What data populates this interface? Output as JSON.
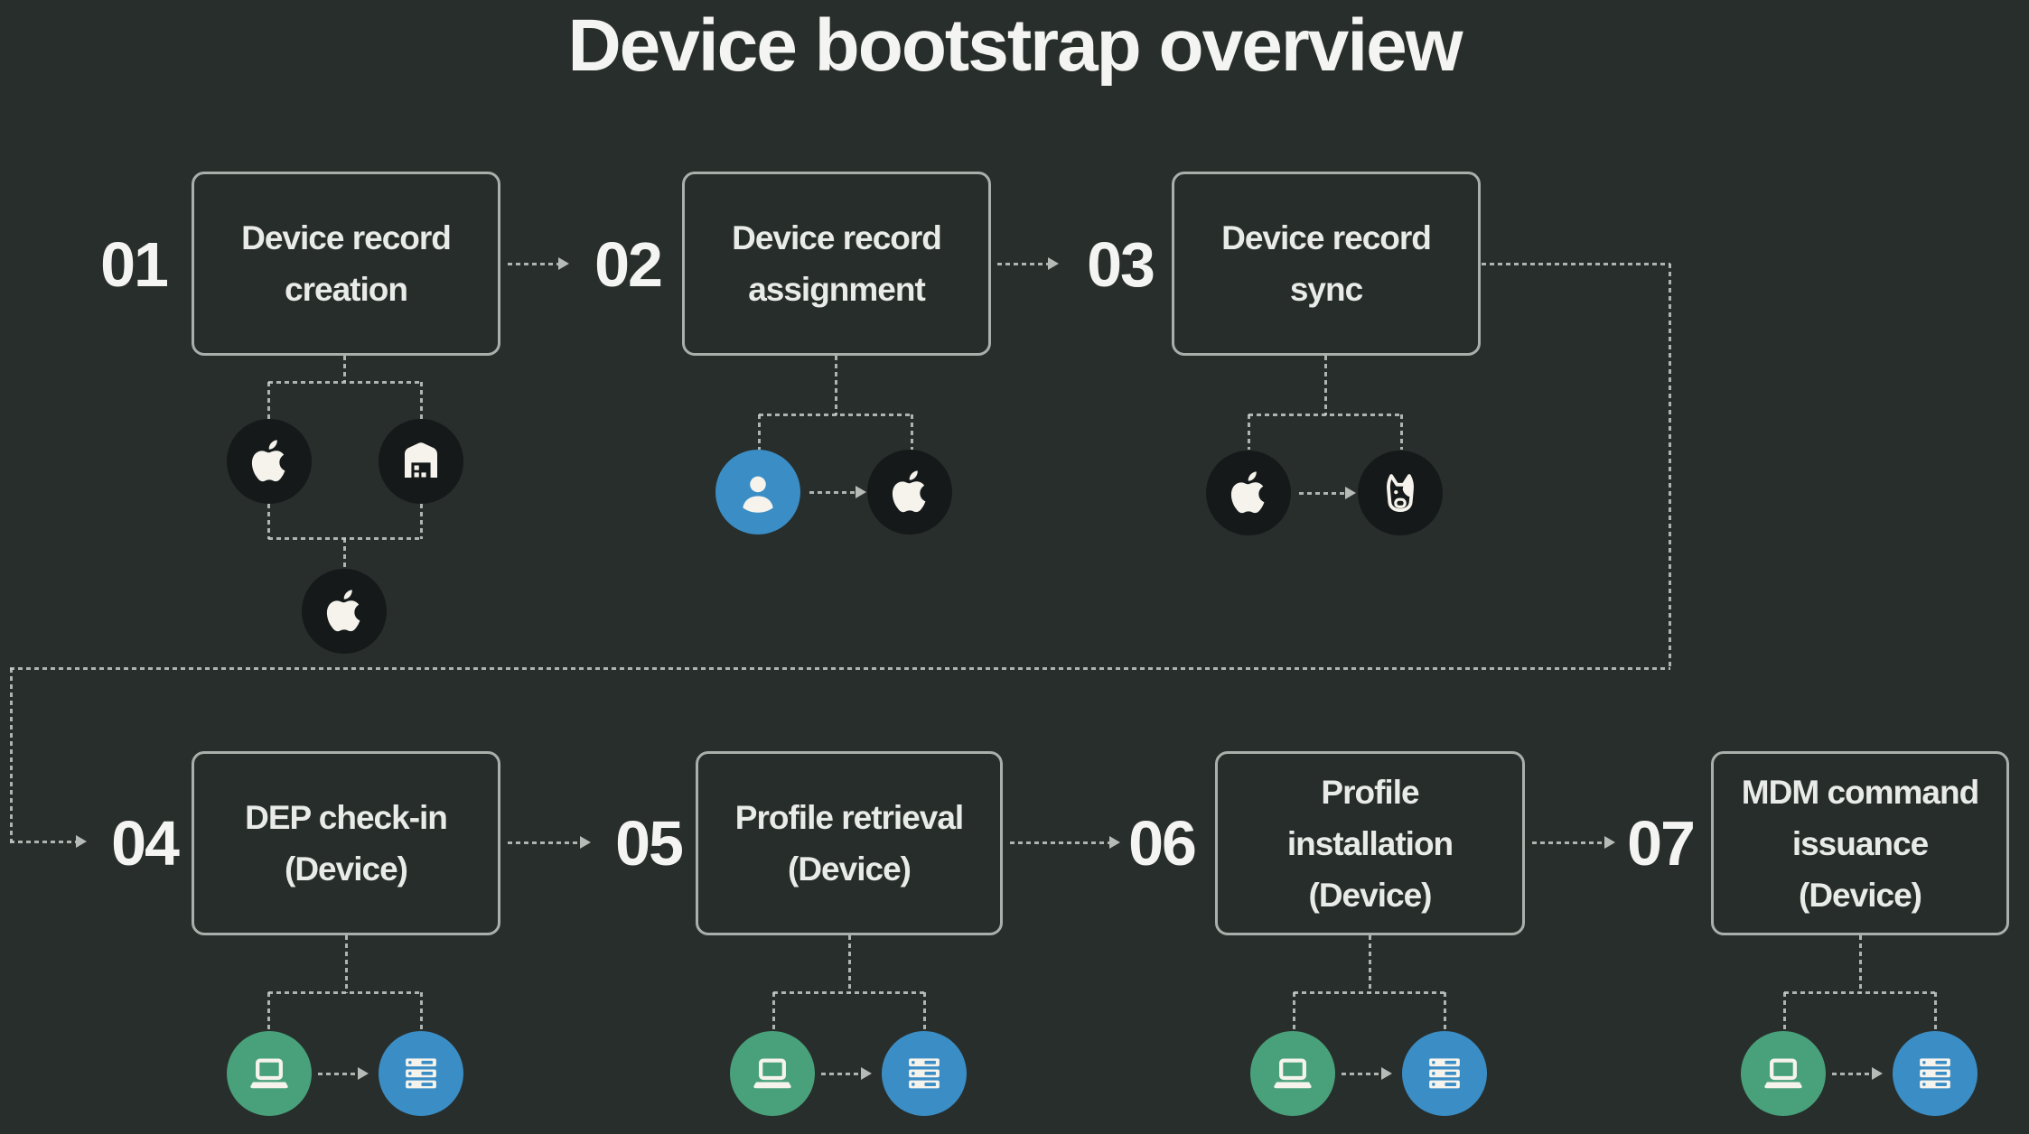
{
  "title": "Device bootstrap overview",
  "colors": {
    "background": "#282e2b",
    "box_fill": "#272d2a",
    "box_border": "#a9b0ac",
    "title_text": "#f4f5f3",
    "box_text": "#e9ebe8",
    "number_text": "#f4f5f3",
    "connector": "#c6cbc8",
    "circle_dark": "#15191a",
    "circle_blue": "#3b8dc5",
    "circle_green": "#48a17b",
    "icon_white": "#f5f3ec"
  },
  "steps": [
    {
      "number": "01",
      "lines": [
        "Device record",
        "creation"
      ],
      "icons": [
        "apple-icon",
        "warehouse-icon",
        "apple-icon"
      ]
    },
    {
      "number": "02",
      "lines": [
        "Device record",
        "assignment"
      ],
      "icons": [
        "user-icon",
        "apple-icon"
      ]
    },
    {
      "number": "03",
      "lines": [
        "Device record",
        "sync"
      ],
      "icons": [
        "apple-icon",
        "dog-icon"
      ]
    },
    {
      "number": "04",
      "lines": [
        "DEP check-in",
        "(Device)"
      ],
      "icons": [
        "laptop-icon",
        "server-icon"
      ]
    },
    {
      "number": "05",
      "lines": [
        "Profile retrieval",
        "(Device)"
      ],
      "icons": [
        "laptop-icon",
        "server-icon"
      ]
    },
    {
      "number": "06",
      "lines": [
        "Profile",
        "installation",
        "(Device)"
      ],
      "icons": [
        "laptop-icon",
        "server-icon"
      ]
    },
    {
      "number": "07",
      "lines": [
        "MDM command",
        "issuance",
        "(Device)"
      ],
      "icons": [
        "laptop-icon",
        "server-icon"
      ]
    }
  ]
}
